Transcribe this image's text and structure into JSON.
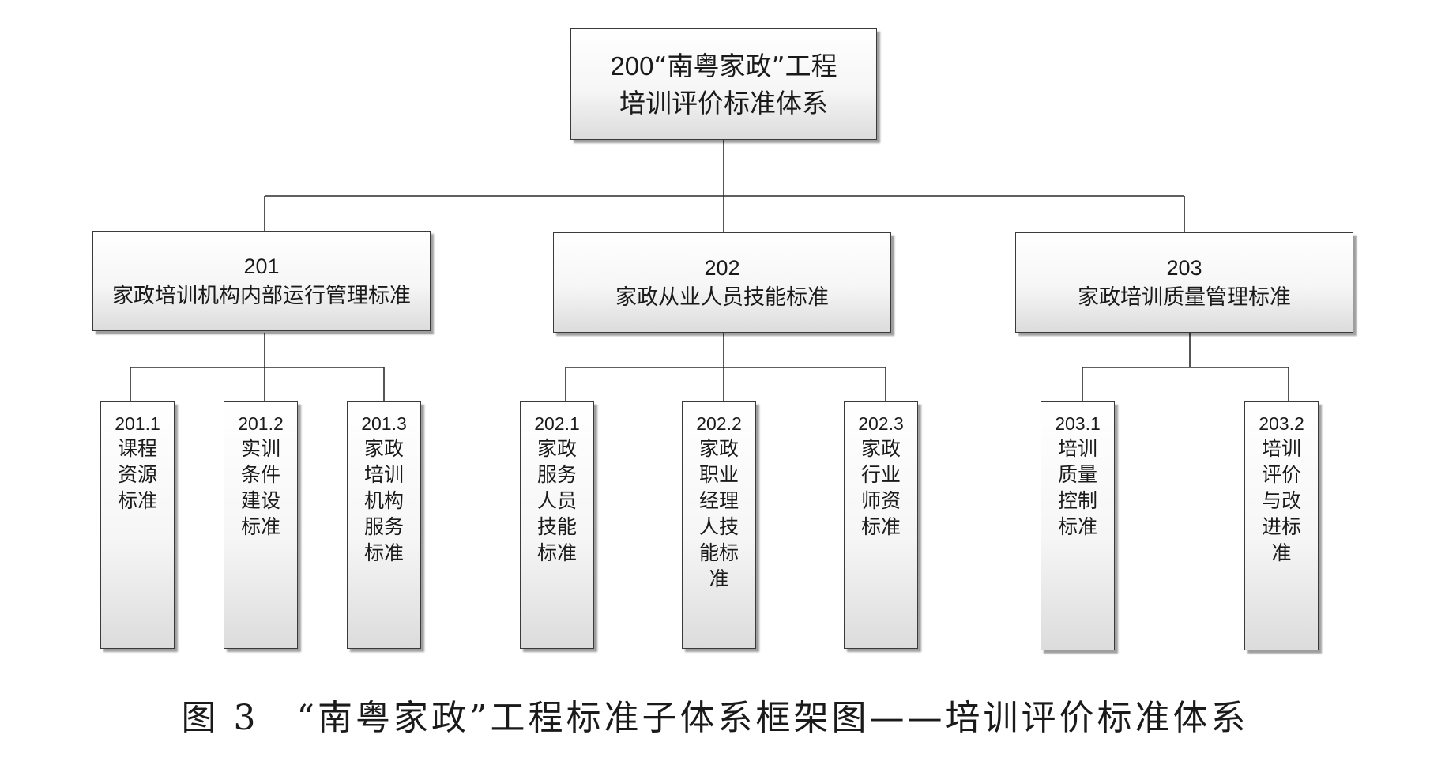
{
  "root": {
    "code": "200",
    "line1": "“南粤家政”工程",
    "line2": "培训评价标准体系"
  },
  "groups": [
    {
      "code": "201",
      "label": "家政培训机构内部运行管理标准",
      "children": [
        {
          "code": "201.1",
          "label": "课程资源标准"
        },
        {
          "code": "201.2",
          "label": "实训条件建设标准"
        },
        {
          "code": "201.3",
          "label": "家政培训机构服务标准"
        }
      ]
    },
    {
      "code": "202",
      "label": "家政从业人员技能标准",
      "children": [
        {
          "code": "202.1",
          "label": "家政服务人员技能标准"
        },
        {
          "code": "202.2",
          "label": "家政职业经理人技能标准"
        },
        {
          "code": "202.3",
          "label": "家政行业师资标准"
        }
      ]
    },
    {
      "code": "203",
      "label": "家政培训质量管理标准",
      "children": [
        {
          "code": "203.1",
          "label": "培训质量控制标准"
        },
        {
          "code": "203.2",
          "label": "培训评价与改进标准"
        }
      ]
    }
  ],
  "caption": "图 3　“南粤家政”工程标准子体系框架图——培训评价标准体系"
}
